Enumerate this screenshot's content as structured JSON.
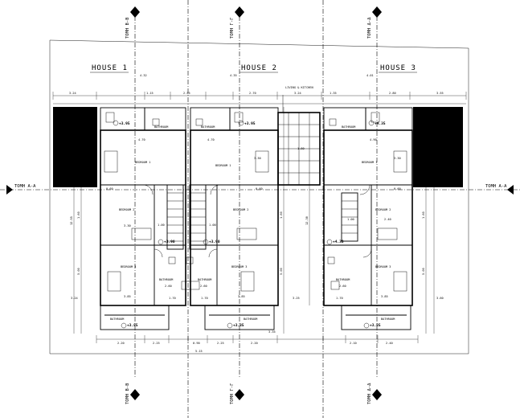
{
  "titles": {
    "house1": "HOUSE 1",
    "house2": "HOUSE 2",
    "house3": "HOUSE 3"
  },
  "sections": {
    "aa_left": "TOMH A-A",
    "aa_right": "TOMH A-A",
    "bb_top": "TOMH B-B",
    "bb_bot": "TOMH B-B",
    "gg_top": "TOMH Γ-Γ",
    "gg_bot": "TOMH Γ-Γ",
    "dd_top": "TOMH Δ-Δ",
    "dd_bot": "TOMH Δ-Δ"
  },
  "rooms": {
    "bedroom1": "BEDROOM 1",
    "bedroom2": "BEDROOM 2",
    "bedroom3": "BEDROOM 3",
    "bathroom": "BATHROOM",
    "living_kitchen": "LIVING & KITCHEN"
  },
  "levels": {
    "a": "+3.95",
    "b": "+3.90",
    "c": "+4.35",
    "d": "+4.30",
    "e": "+3.85"
  },
  "dims": {
    "d1": "4.32",
    "d2": "4.35",
    "d3": "4.01",
    "d4": "3.24",
    "d5": "1.15",
    "d6": "2.55",
    "d7": "2.70",
    "d8": "3.24",
    "d9": "1.35",
    "d10": "2.80",
    "d11": "3.55",
    "d12": "4.70",
    "d13": "0.60",
    "d14": "3.30",
    "d15": "1.00",
    "d16": "1.70",
    "d17": "2.60",
    "d18": "3.85",
    "d19": "12.38",
    "d20": "12.55",
    "d21": "2.20",
    "d22": "2.25",
    "d23": "0.90",
    "d24": "5.15",
    "d25": "3.25",
    "d26": "3.60",
    "d27": "2.40",
    "d28": "2.10",
    "d29": "1.80",
    "d30": "3.35",
    "d31": "5.00",
    "d32": "4.90",
    "d33": "1.60"
  }
}
